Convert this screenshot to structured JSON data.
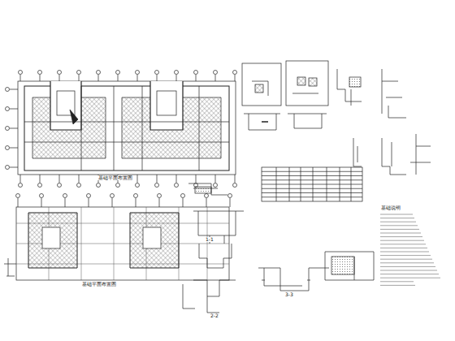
{
  "diagram": {
    "labels": [
      "基础平面布置图",
      "基础平面布置图",
      "1-1",
      "2-2",
      "3-3",
      "基础说明"
    ]
  }
}
